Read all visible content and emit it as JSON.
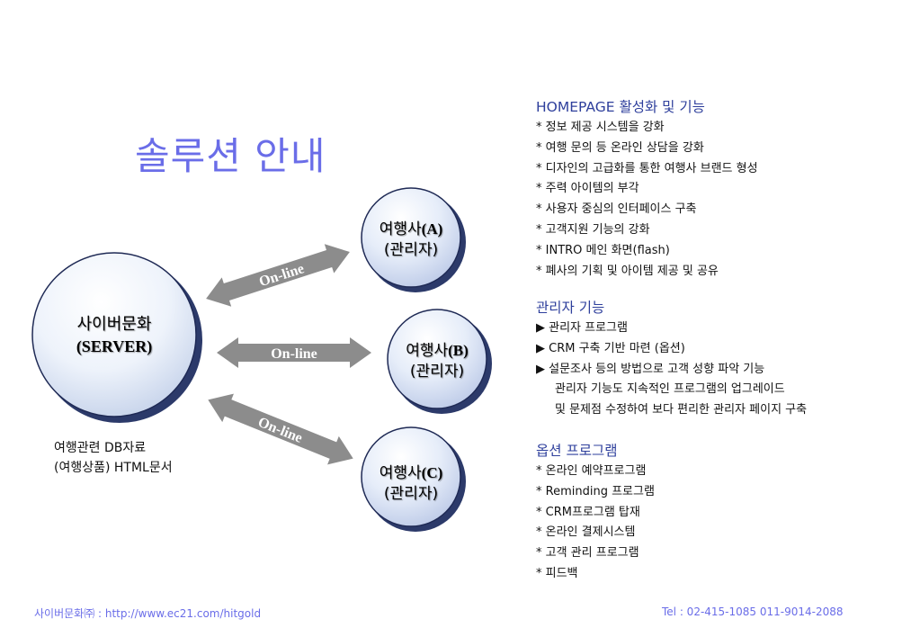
{
  "title": "솔루션 안내",
  "server": {
    "line1": "사이버문화",
    "line2": "(SERVER)"
  },
  "agencies": [
    {
      "line1_ko": "여행사",
      "line1_latin": "(A)",
      "line2": "(관리자)"
    },
    {
      "line1_ko": "여행사",
      "line1_latin": "(B)",
      "line2": "(관리자)"
    },
    {
      "line1_ko": "여행사",
      "line1_latin": "(C)",
      "line2": "(관리자)"
    }
  ],
  "link_label": "On-line",
  "db_note": [
    "여행관련 DB자료",
    "(여행상품) HTML문서"
  ],
  "sections": {
    "homepage": {
      "heading": "HOMEPAGE 활성화 및 기능",
      "items": [
        "* 정보 제공 시스템을 강화",
        "* 여행 문의 등 온라인 상담을 강화",
        "* 디자인의 고급화를 통한 여행사 브랜드 형성",
        "* 주력 아이템의 부각",
        "* 사용자 중심의 인터페이스 구축",
        "* 고객지원 기능의 강화",
        "* INTRO 메인 화면(flash)",
        "* 폐사의 기획 및 아이템 제공 및 공유"
      ]
    },
    "admin": {
      "heading": "관리자 기능",
      "items": [
        "▶ 관리자 프로그램",
        "▶ CRM 구축 기반 마련 (옵션)",
        "▶ 설문조사 등의 방법으로 고객 성향 파악 기능"
      ],
      "continuation": [
        "관리자 기능도 지속적인 프로그램의 업그레이드",
        "및 문제점 수정하여 보다 편리한 관리자 페이지 구축"
      ]
    },
    "options": {
      "heading": "옵션 프로그램",
      "items": [
        "* 온라인 예약프로그램",
        "* Reminding 프로그램",
        "* CRM프로그램 탑재",
        "* 온라인 결제시스템",
        "* 고객 관리 프로그램",
        "* 피드백"
      ]
    }
  },
  "footer": {
    "left": "사이버문화㈜ : http://www.ec21.com/hitgold",
    "right": "Tel : 02-415-1085  011-9014-2088"
  },
  "colors": {
    "title": "#6a6de8",
    "heading": "#2e3f9c",
    "arrow": "#8c8c8c",
    "footer": "#6a6de8"
  }
}
